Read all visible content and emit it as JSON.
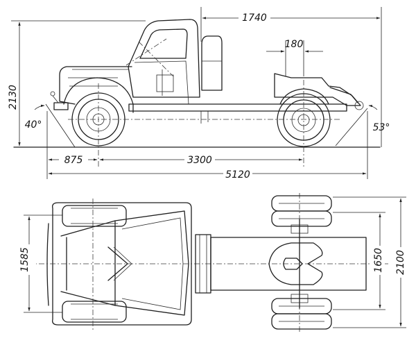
{
  "dimensions": {
    "overall_height": "2130",
    "cab_to_fifth_wheel": "1740",
    "fifth_wheel_offset": "180",
    "approach_angle": "40°",
    "departure_angle": "53°",
    "front_overhang": "875",
    "wheelbase": "3300",
    "overall_length": "5120",
    "front_track": "1585",
    "rear_track": "1650",
    "overall_width": "2100"
  },
  "colors": {
    "ink": "#1e1e1e",
    "paper": "#ffffff"
  }
}
